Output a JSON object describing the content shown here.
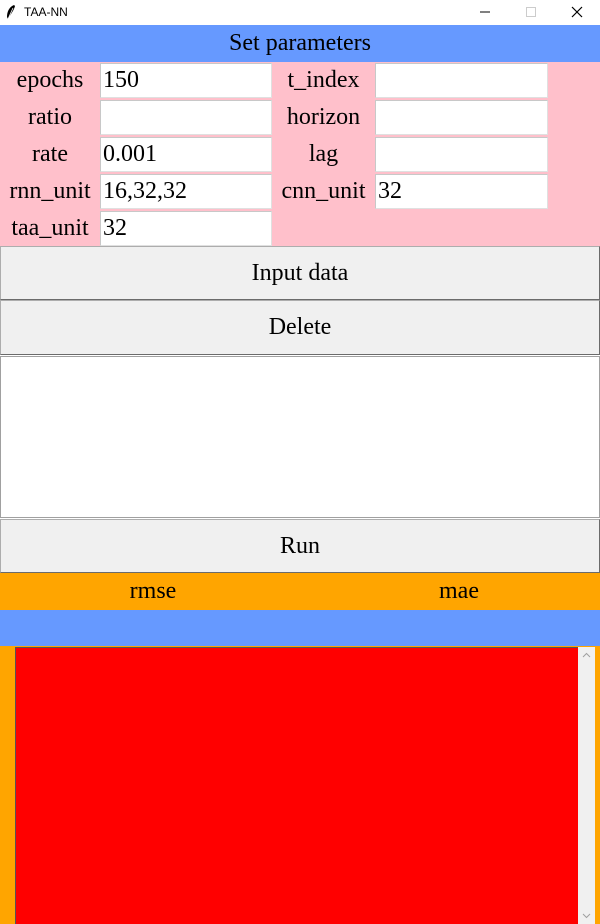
{
  "window": {
    "title": "TAA-NN",
    "icons": [
      "feather-icon",
      "minimize-icon",
      "maximize-icon",
      "close-icon"
    ]
  },
  "header": {
    "title": "Set parameters"
  },
  "params": {
    "epochs": {
      "label": "epochs",
      "value": "150"
    },
    "t_index": {
      "label": "t_index",
      "value": ""
    },
    "ratio": {
      "label": "ratio",
      "value": ""
    },
    "horizon": {
      "label": "horizon",
      "value": ""
    },
    "rate": {
      "label": "rate",
      "value": "0.001"
    },
    "lag": {
      "label": "lag",
      "value": ""
    },
    "rnn_unit": {
      "label": "rnn_unit",
      "value": "16,32,32"
    },
    "cnn_unit": {
      "label": "cnn_unit",
      "value": "32"
    },
    "taa_unit": {
      "label": "taa_unit",
      "value": "32"
    }
  },
  "buttons": {
    "input_data": "Input data",
    "delete": "Delete",
    "run": "Run"
  },
  "metrics": {
    "rmse": "rmse",
    "mae": "mae"
  },
  "colors": {
    "header_bg": "#6699ff",
    "params_bg": "#ffc0cb",
    "metrics_bg": "#ffa500",
    "output_bg": "#ff0000"
  }
}
